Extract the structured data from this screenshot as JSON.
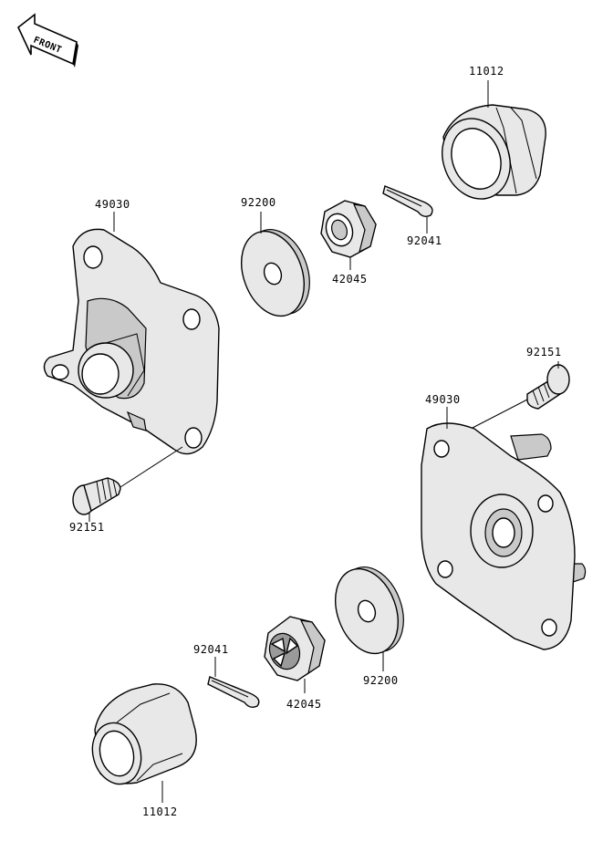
{
  "front_arrow": {
    "label": "FRONT"
  },
  "callouts": {
    "cap_top": "11012",
    "cap_bottom": "11012",
    "hub_left": "49030",
    "hub_right": "49030",
    "washer_top": "92200",
    "washer_bottom": "92200",
    "nut_top": "42045",
    "nut_bottom": "42045",
    "pin_top": "92041",
    "pin_bottom": "92041",
    "stud_left": "92151",
    "stud_right": "92151"
  }
}
